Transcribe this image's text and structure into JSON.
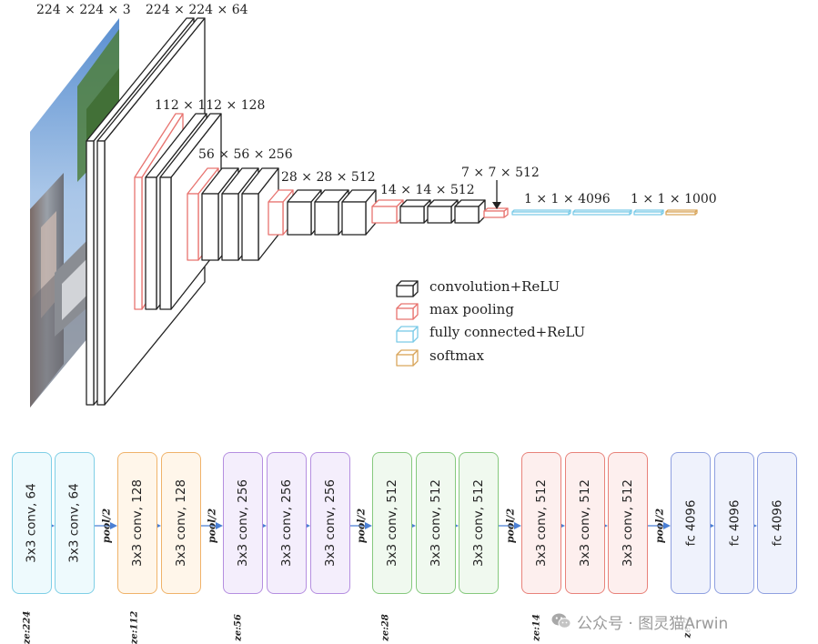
{
  "architecture": {
    "dims": [
      {
        "id": "input",
        "text": "224 × 224 × 3"
      },
      {
        "id": "conv1",
        "text": "224 × 224 × 64"
      },
      {
        "id": "conv2",
        "text": "112 × 112 × 128"
      },
      {
        "id": "conv3",
        "text": "56 × 56 × 256"
      },
      {
        "id": "conv4",
        "text": "28 × 28 × 512"
      },
      {
        "id": "conv5",
        "text": "14 × 14 × 512"
      },
      {
        "id": "pool5",
        "text": "7 × 7 × 512"
      },
      {
        "id": "fc",
        "text": "1 × 1 × 4096"
      },
      {
        "id": "out",
        "text": "1 × 1 × 1000"
      }
    ],
    "legend": [
      {
        "label": "convolution+ReLU",
        "color": "#222222"
      },
      {
        "label": "max pooling",
        "color": "#e8736f"
      },
      {
        "label": "fully connected+ReLU",
        "color": "#7ccbe8"
      },
      {
        "label": "softmax",
        "color": "#d9a65c"
      }
    ]
  },
  "pipeline": {
    "layers": [
      {
        "label": "3x3 conv, 64",
        "group": 0
      },
      {
        "label": "3x3 conv, 64",
        "group": 0
      },
      {
        "label": "3x3 conv, 128",
        "group": 1
      },
      {
        "label": "3x3 conv, 128",
        "group": 1
      },
      {
        "label": "3x3 conv, 256",
        "group": 2
      },
      {
        "label": "3x3 conv, 256",
        "group": 2
      },
      {
        "label": "3x3 conv, 256",
        "group": 2
      },
      {
        "label": "3x3 conv, 512",
        "group": 3
      },
      {
        "label": "3x3 conv, 512",
        "group": 3
      },
      {
        "label": "3x3 conv, 512",
        "group": 3
      },
      {
        "label": "3x3 conv, 512",
        "group": 4
      },
      {
        "label": "3x3 conv, 512",
        "group": 4
      },
      {
        "label": "3x3 conv, 512",
        "group": 4
      },
      {
        "label": "fc 4096",
        "group": 5
      },
      {
        "label": "fc 4096",
        "group": 5
      },
      {
        "label": "fc 4096",
        "group": 5
      }
    ],
    "pool_label": "pool/2",
    "sizes": [
      "ze:224",
      "ze:112",
      "ze:56",
      "ze:28",
      "ze:14",
      "ze:7"
    ],
    "group_colors": [
      {
        "border": "#7fcfe6",
        "fill": "#eefafd"
      },
      {
        "border": "#f0b36a",
        "fill": "#fff6ea"
      },
      {
        "border": "#b58fe0",
        "fill": "#f4eefc"
      },
      {
        "border": "#86c97e",
        "fill": "#f0f9ef"
      },
      {
        "border": "#e8827a",
        "fill": "#fdefee"
      },
      {
        "border": "#8fa0e0",
        "fill": "#eff2fc"
      }
    ],
    "arrow_color": "#4a7fd4"
  },
  "watermark": {
    "text": "公众号 · 图灵猫Arwin",
    "icon": "wechat-icon"
  }
}
